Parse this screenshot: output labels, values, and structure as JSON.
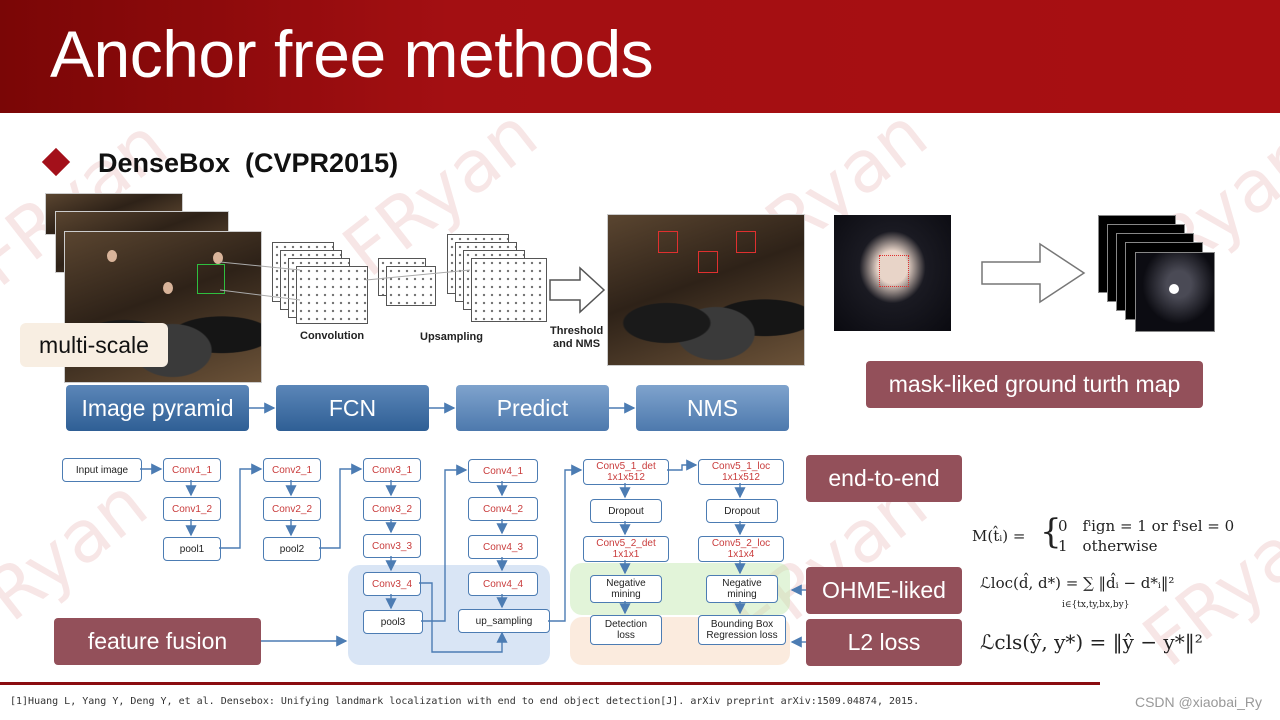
{
  "slide": {
    "title": "Anchor free methods",
    "subtitle": "DenseBox  (CVPR2015)",
    "watermark": "FRyan"
  },
  "pipeline_figure": {
    "stage_labels": {
      "convolution": "Convolution",
      "upsampling": "Upsampling",
      "threshold": "Threshold",
      "nms": "and NMS"
    }
  },
  "chips": {
    "multi_scale": "multi-scale"
  },
  "flow_boxes": [
    "Image pyramid",
    "FCN",
    "Predict",
    "NMS"
  ],
  "mask_label": "mask-liked ground turth map",
  "network": {
    "input": "Input image",
    "col1": [
      "Conv1_1",
      "Conv1_2",
      "pool1"
    ],
    "col2": [
      "Conv2_1",
      "Conv2_2",
      "pool2"
    ],
    "col3": [
      "Conv3_1",
      "Conv3_2",
      "Conv3_3",
      "Conv3_4",
      "pool3"
    ],
    "col4": [
      "Conv4_1",
      "Conv4_2",
      "Conv4_3",
      "Conv4_4",
      "up_sampling"
    ],
    "col5": [
      "Conv5_1_det",
      "1x1x512",
      "Dropout",
      "Conv5_2_det",
      "1x1x1",
      "Negative",
      "mining",
      "Detection",
      "loss"
    ],
    "col6": [
      "Conv5_1_loc",
      "1x1x512",
      "Dropout",
      "Conv5_2_loc",
      "1x1x4",
      "Negative",
      "mining",
      "Bounding Box",
      "Regression loss"
    ]
  },
  "annotations": {
    "end_to_end": "end-to-end",
    "ohme": "OHME-liked",
    "l2": "L2 loss",
    "feature_fusion": "feature fusion"
  },
  "formulas": {
    "m": "M(t̂ᵢ) =",
    "m_case1": "0 fⁱign = 1 or fⁱsel = 0",
    "m_case2": "1 otherwise",
    "loc": "ℒloc(d̂, d*) = ∑ ‖d̂ᵢ − d*ᵢ‖²",
    "loc_sub": "i∈{tx,ty,bx,by}",
    "cls": "ℒcls(ŷ, y*) = ‖ŷ − y*‖²"
  },
  "footer": {
    "reference": "[1]Huang L, Yang Y, Deng Y, et al. Densebox: Unifying landmark localization with end to end object detection[J]. arXiv preprint arXiv:1509.04874, 2015.",
    "credit": "CSDN @xiaobai_Ry"
  },
  "colors": {
    "header": "#a80f12",
    "accent_box": "#93505a",
    "blue_box": "#3d6ba2"
  }
}
